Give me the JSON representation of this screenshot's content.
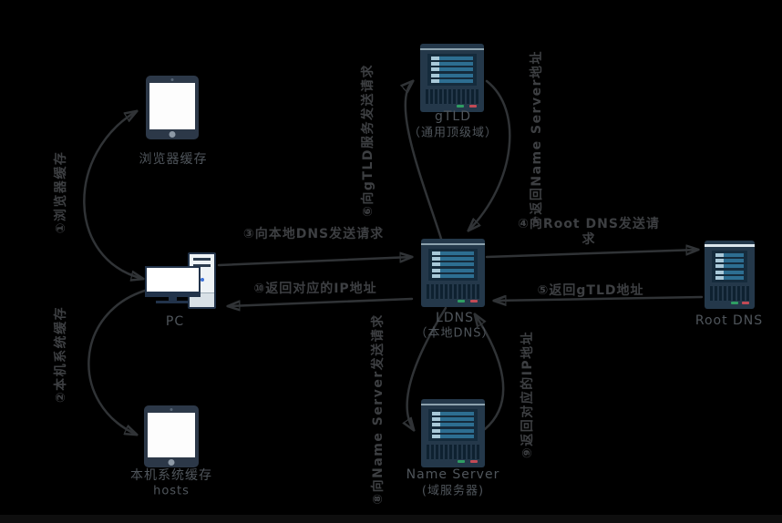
{
  "diagram": "DNS resolution flow",
  "nodes": [
    {
      "id": "browser-cache",
      "label": "浏览器缓存",
      "type": "tablet"
    },
    {
      "id": "pc",
      "label": "PC",
      "type": "desktop-computer"
    },
    {
      "id": "hosts-cache",
      "label": "本机系统缓存",
      "sublabel": "hosts",
      "type": "tablet"
    },
    {
      "id": "gtld",
      "label": "gTLD",
      "sublabel": "（通用顶级域）",
      "type": "server"
    },
    {
      "id": "ldns",
      "label": "LDNS",
      "sublabel": "（本地DNS）",
      "type": "server"
    },
    {
      "id": "name-server",
      "label": "Name Server",
      "sublabel": "(域服务器)",
      "type": "server"
    },
    {
      "id": "root-dns",
      "label": "Root DNS",
      "type": "server"
    }
  ],
  "edges": [
    {
      "step": "1",
      "label": "①浏览器缓存",
      "from": "pc",
      "to": "browser-cache"
    },
    {
      "step": "2",
      "label": "②本机系统缓存",
      "from": "pc",
      "to": "hosts-cache"
    },
    {
      "step": "3",
      "label": "③向本地DNS发送请求",
      "from": "pc",
      "to": "ldns"
    },
    {
      "step": "4",
      "label": "④向Root DNS发送请求",
      "from": "ldns",
      "to": "root-dns"
    },
    {
      "step": "5",
      "label": "⑤返回gTLD地址",
      "from": "root-dns",
      "to": "ldns"
    },
    {
      "step": "6",
      "label": "⑥向gTLD服务发送请求",
      "from": "ldns",
      "to": "gtld"
    },
    {
      "step": "7",
      "label": "⑦返回Name Server地址",
      "from": "gtld",
      "to": "ldns"
    },
    {
      "step": "8",
      "label": "⑧向Name Server发送请求",
      "from": "ldns",
      "to": "name-server"
    },
    {
      "step": "9",
      "label": "⑨返回对应的IP地址",
      "from": "name-server",
      "to": "ldns"
    },
    {
      "step": "10",
      "label": "⑩返回对应的IP地址",
      "from": "ldns",
      "to": "pc"
    }
  ],
  "colors": {
    "background": "#000000",
    "arrow": "#303336",
    "edge_label_text": "#3d3f42",
    "node_label_text": "#4f555b",
    "server_body": "#24384a",
    "server_panel": "#152b3c",
    "server_bar": "#2d6e91",
    "led_green": "#2f9e63",
    "led_red": "#c24a55",
    "device_screen": "#ffffff",
    "pc_power_dot": "#3c71d8"
  }
}
